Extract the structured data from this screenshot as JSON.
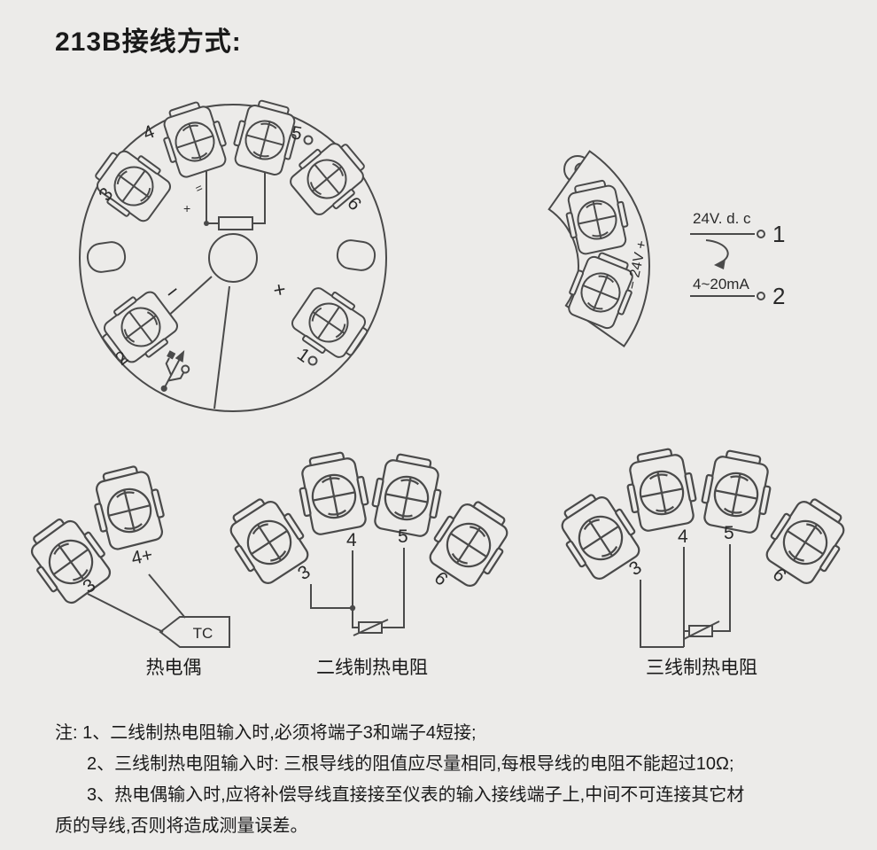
{
  "colors": {
    "background": "#ECEBE9",
    "line": "#4A4A4A",
    "text": "#1A1A1A"
  },
  "title": "213B接线方式:",
  "head": {
    "terminals": {
      "t1": "1",
      "t2": "2",
      "t3": "3",
      "t4": "4",
      "t5": "5",
      "t6": "6"
    },
    "plus_mark": "+",
    "minus_mark": "−",
    "wire_plus": "+",
    "wire_eq": "="
  },
  "power": {
    "rotated_label": "− 24V +",
    "supply": "24V. d. c",
    "terminal_1": "1",
    "current": "4~20mA",
    "terminal_2": "2"
  },
  "thermocouple": {
    "label_3": "3",
    "label_4": "4+",
    "tc": "TC",
    "caption": "热电偶"
  },
  "rtd2": {
    "label_3": "3",
    "label_4": "4",
    "label_5": "5",
    "label_6": "6",
    "caption": "二线制热电阻"
  },
  "rtd3": {
    "label_3": "3",
    "label_4": "4",
    "label_5": "5",
    "label_6": "6",
    "caption": "三线制热电阻"
  },
  "notes": {
    "lines": [
      "注: 1、二线制热电阻输入时,必须将端子3和端子4短接;",
      "2、三线制热电阻输入时: 三根导线的阻值应尽量相同,每根导线的电阻不能超过10Ω;",
      "3、热电偶输入时,应将补偿导线直接接至仪表的输入接线端子上,中间不可连接其它材",
      "质的导线,否则将造成测量误差。"
    ]
  }
}
